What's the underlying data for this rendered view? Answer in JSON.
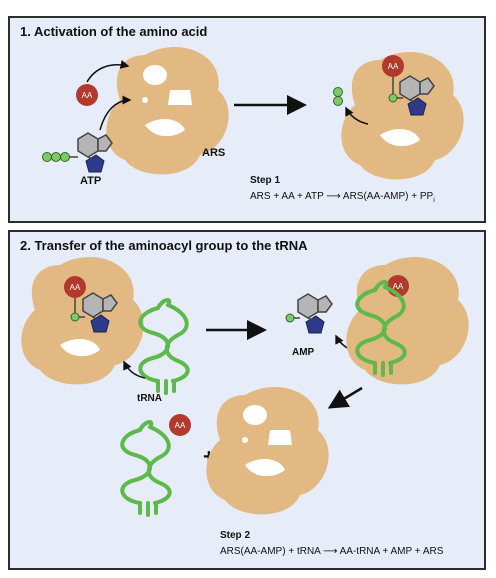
{
  "panel1": {
    "title": "1.  Activation of the amino acid",
    "labels": {
      "aa": "AA",
      "atp": "ATP",
      "ars": "ARS"
    },
    "step_label": "Step 1",
    "equation": "ARS + AA + ATP  ⟶  ARS(AA-AMP) + PP",
    "equation_subscript": "i"
  },
  "panel2": {
    "title": "2.  Transfer of the aminoacyl group to the tRNA",
    "labels": {
      "aa": "AA",
      "trna": "tRNA",
      "amp": "AMP",
      "plus": "+"
    },
    "step_label": "Step 2",
    "equation": "ARS(AA-AMP) + tRNA  ⟶  AA-tRNA + AMP + ARS"
  },
  "colors": {
    "panel_bg": "#e6ecf8",
    "enzyme": "#e2b983",
    "aa": "#b23a2c",
    "phosphate": "#7ec86a",
    "trna": "#5cb94a",
    "base": "#b5b5b5",
    "sugar": "#2d3a8c"
  }
}
